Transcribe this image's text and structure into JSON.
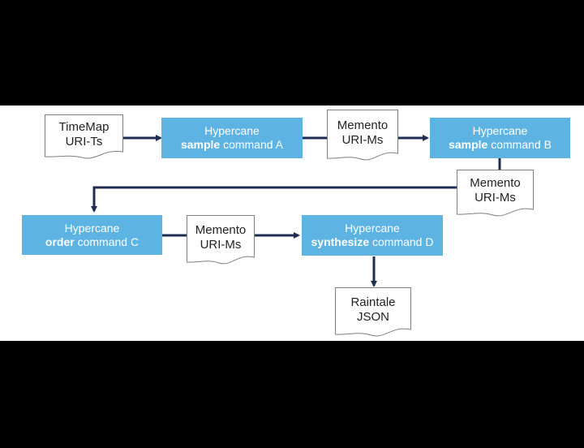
{
  "colors": {
    "process_fill": "#5db4e3",
    "process_text": "#ffffff",
    "arrow": "#1f2c52",
    "doc_stroke": "#7f7f7f",
    "doc_fill": "#ffffff",
    "doc_text": "#222222",
    "background": "#000000",
    "canvas": "#ffffff"
  },
  "documents": {
    "timemap": {
      "line1": "TimeMap",
      "line2": "URI-Ts"
    },
    "mementos_a": {
      "line1": "Memento",
      "line2": "URI-Ms"
    },
    "mementos_b": {
      "line1": "Memento",
      "line2": "URI-Ms"
    },
    "mementos_c": {
      "line1": "Memento",
      "line2": "URI-Ms"
    },
    "raintale": {
      "line1": "Raintale",
      "line2": "JSON"
    }
  },
  "processes": {
    "sample_a": {
      "line1": "Hypercane",
      "cmd": "sample",
      "suffix": " command A"
    },
    "sample_b": {
      "line1": "Hypercane",
      "cmd": "sample",
      "suffix": " command B"
    },
    "order_c": {
      "line1": "Hypercane",
      "cmd": "order",
      "suffix": " command C"
    },
    "synthesize_d": {
      "line1": "Hypercane",
      "cmd": "synthesize",
      "suffix": " command D"
    }
  }
}
